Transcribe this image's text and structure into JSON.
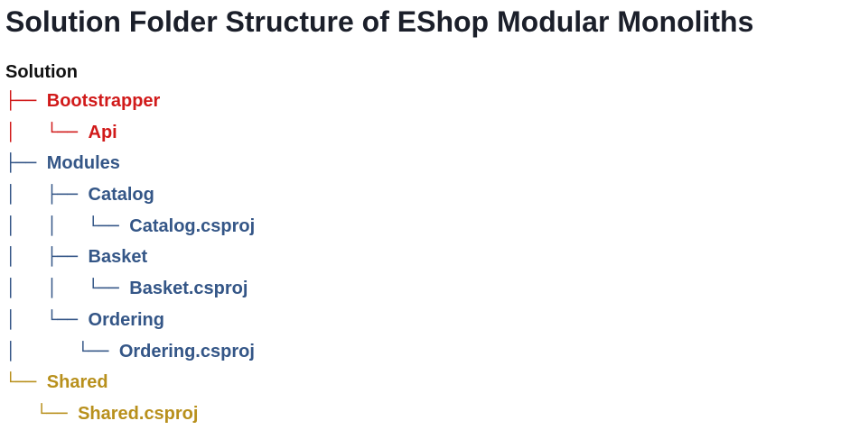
{
  "title": "Solution Folder Structure of EShop Modular Monoliths",
  "tree": {
    "root": "Solution",
    "colors": {
      "bootstrapper": "#d11a1a",
      "modules": "#345687",
      "shared": "#b8901c"
    },
    "items": [
      {
        "prefix": "├── ",
        "label": "Bootstrapper",
        "group": "red"
      },
      {
        "prefix": "│   └── ",
        "label": "Api",
        "group": "red"
      },
      {
        "prefix": "├── ",
        "label": "Modules",
        "group": "blue"
      },
      {
        "prefix": "│   ├── ",
        "label": "Catalog",
        "group": "blue"
      },
      {
        "prefix": "│   │   └── ",
        "label": "Catalog.csproj",
        "group": "blue"
      },
      {
        "prefix": "│   ├── ",
        "label": "Basket",
        "group": "blue"
      },
      {
        "prefix": "│   │   └── ",
        "label": "Basket.csproj",
        "group": "blue"
      },
      {
        "prefix": "│   └── ",
        "label": "Ordering",
        "group": "blue"
      },
      {
        "prefix": "│      └── ",
        "label": "Ordering.csproj",
        "group": "blue"
      },
      {
        "prefix": "└── ",
        "label": "Shared",
        "group": "gold"
      },
      {
        "prefix": "   └── ",
        "label": "Shared.csproj",
        "group": "gold"
      }
    ]
  }
}
